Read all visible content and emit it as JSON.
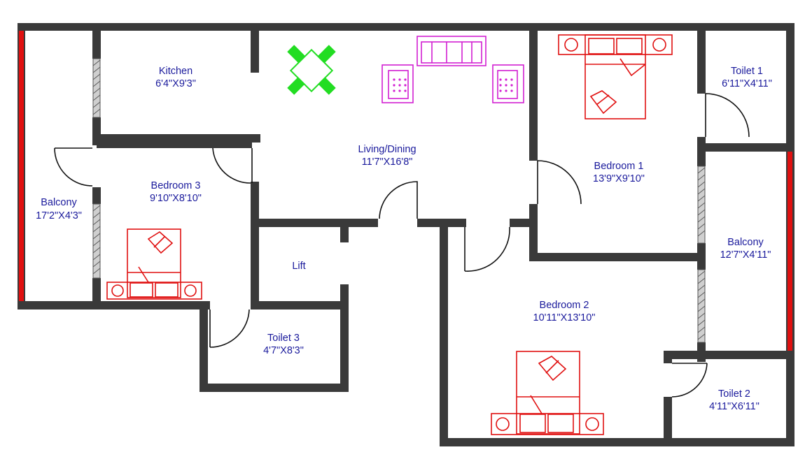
{
  "rooms": {
    "kitchen": {
      "name": "Kitchen",
      "size": "6'4\"X9'3\""
    },
    "living": {
      "name": "Living/Dining",
      "size": "11'7\"X16'8\""
    },
    "bedroom1": {
      "name": "Bedroom 1",
      "size": "13'9\"X9'10\""
    },
    "toilet1": {
      "name": "Toilet 1",
      "size": "6'11\"X4'11\""
    },
    "balcony_left": {
      "name": "Balcony",
      "size": "17'2\"X4'3\""
    },
    "bedroom3": {
      "name": "Bedroom 3",
      "size": "9'10\"X8'10\""
    },
    "lift": {
      "name": "Lift"
    },
    "toilet3": {
      "name": "Toilet 3",
      "size": "4'7\"X8'3\""
    },
    "balcony_right": {
      "name": "Balcony",
      "size": "12'7\"X4'11\""
    },
    "bedroom2": {
      "name": "Bedroom 2",
      "size": "10'11\"X13'10\""
    },
    "toilet2": {
      "name": "Toilet 2",
      "size": "4'11\"X6'11\""
    }
  },
  "colors": {
    "wall": "#3a3a3a",
    "label": "#1a1a9c",
    "bed": "#e01010",
    "sofa": "#d21fd2",
    "dining": "#22dd22",
    "balcony_edge": "#e01010",
    "door": "#111111"
  }
}
